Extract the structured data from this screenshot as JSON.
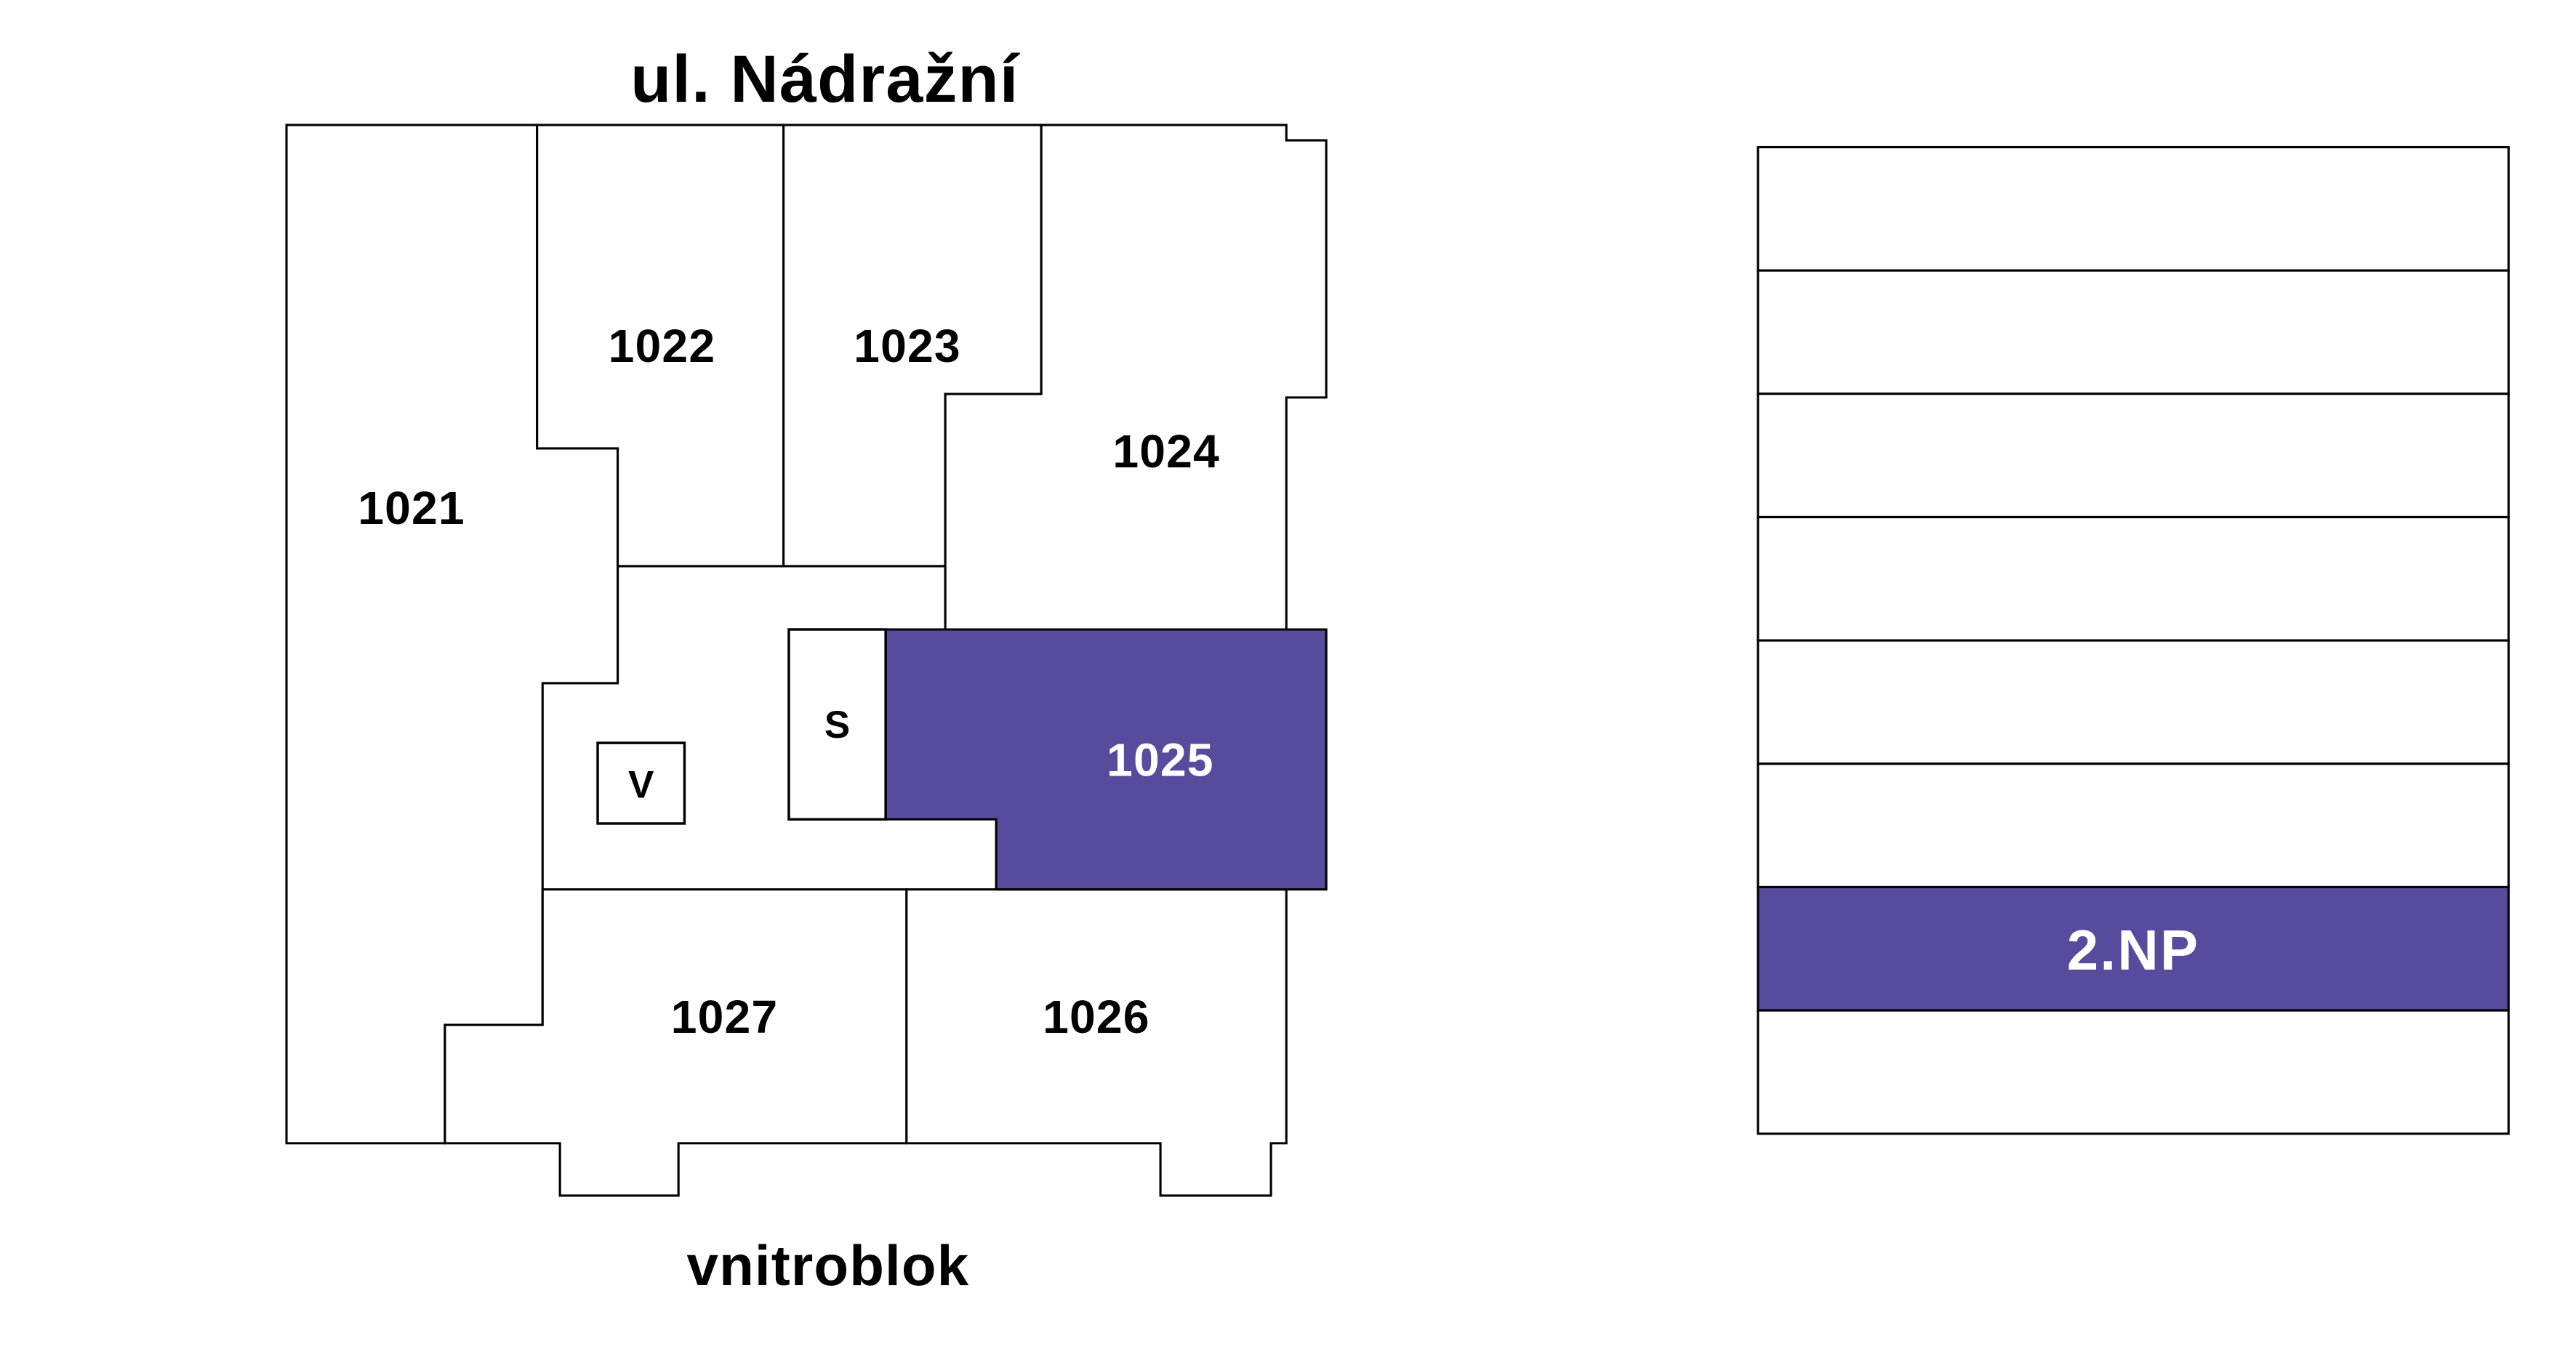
{
  "page": {
    "background": "#FFFFFF"
  },
  "colors": {
    "wall": "#000000",
    "room_fill": "#FFFFFF",
    "highlight": "#564B9C",
    "highlight_text": "#FFFFFF",
    "label_text": "#000000"
  },
  "plan": {
    "street_label": "ul. Nádražní",
    "courtyard_label": "vnitroblok",
    "elevator_label": "V",
    "staircase_label": "S",
    "units": [
      {
        "id": "1021",
        "label": "1021",
        "highlighted": false
      },
      {
        "id": "1022",
        "label": "1022",
        "highlighted": false
      },
      {
        "id": "1023",
        "label": "1023",
        "highlighted": false
      },
      {
        "id": "1024",
        "label": "1024",
        "highlighted": false
      },
      {
        "id": "1025",
        "label": "1025",
        "highlighted": true
      },
      {
        "id": "1026",
        "label": "1026",
        "highlighted": false
      },
      {
        "id": "1027",
        "label": "1027",
        "highlighted": false
      }
    ]
  },
  "elevation": {
    "floor_count": 8,
    "highlighted_floor": "2.NP",
    "highlighted_index_from_top": 6,
    "floors": [
      {
        "label": ""
      },
      {
        "label": ""
      },
      {
        "label": ""
      },
      {
        "label": ""
      },
      {
        "label": ""
      },
      {
        "label": ""
      },
      {
        "label": "2.NP"
      },
      {
        "label": ""
      }
    ]
  }
}
